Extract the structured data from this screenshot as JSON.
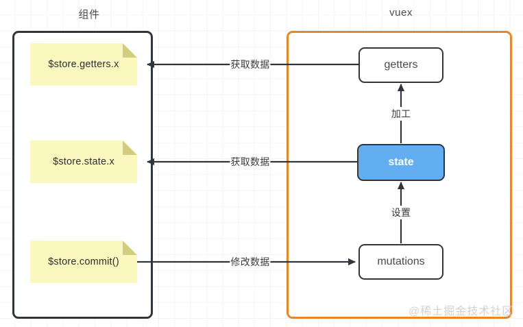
{
  "diagram": {
    "title_component": "组件",
    "title_vuex": "vuex",
    "watermark": "@稀土掘金技术社区",
    "colors": {
      "note_fill": "#fbf8bf",
      "note_fold": "#d2cd7e",
      "node_stroke": "#31343b",
      "vuex_border": "#e8862a",
      "state_fill": "#63aef0",
      "state_text": "#ffffff",
      "grid": "#ededed"
    },
    "notes": [
      {
        "id": "getters-note",
        "label": "$store.getters.x"
      },
      {
        "id": "state-note",
        "label": "$store.state.x"
      },
      {
        "id": "commit-note",
        "label": "$store.commit()"
      }
    ],
    "nodes": [
      {
        "id": "getters-node",
        "label": "getters"
      },
      {
        "id": "state-node",
        "label": "state"
      },
      {
        "id": "mutations-node",
        "label": "mutations"
      }
    ],
    "edges": [
      {
        "id": "getters-to-component",
        "label": "获取数据",
        "from": "getters",
        "to": "$store.getters.x",
        "direction": "left"
      },
      {
        "id": "state-to-component",
        "label": "获取数据",
        "from": "state",
        "to": "$store.state.x",
        "direction": "left"
      },
      {
        "id": "commit-to-mutations",
        "label": "修改数据",
        "from": "$store.commit()",
        "to": "mutations",
        "direction": "right"
      },
      {
        "id": "state-to-getters",
        "label": "加工",
        "from": "state",
        "to": "getters",
        "direction": "up"
      },
      {
        "id": "mutations-to-state",
        "label": "设置",
        "from": "mutations",
        "to": "state",
        "direction": "up"
      }
    ]
  }
}
